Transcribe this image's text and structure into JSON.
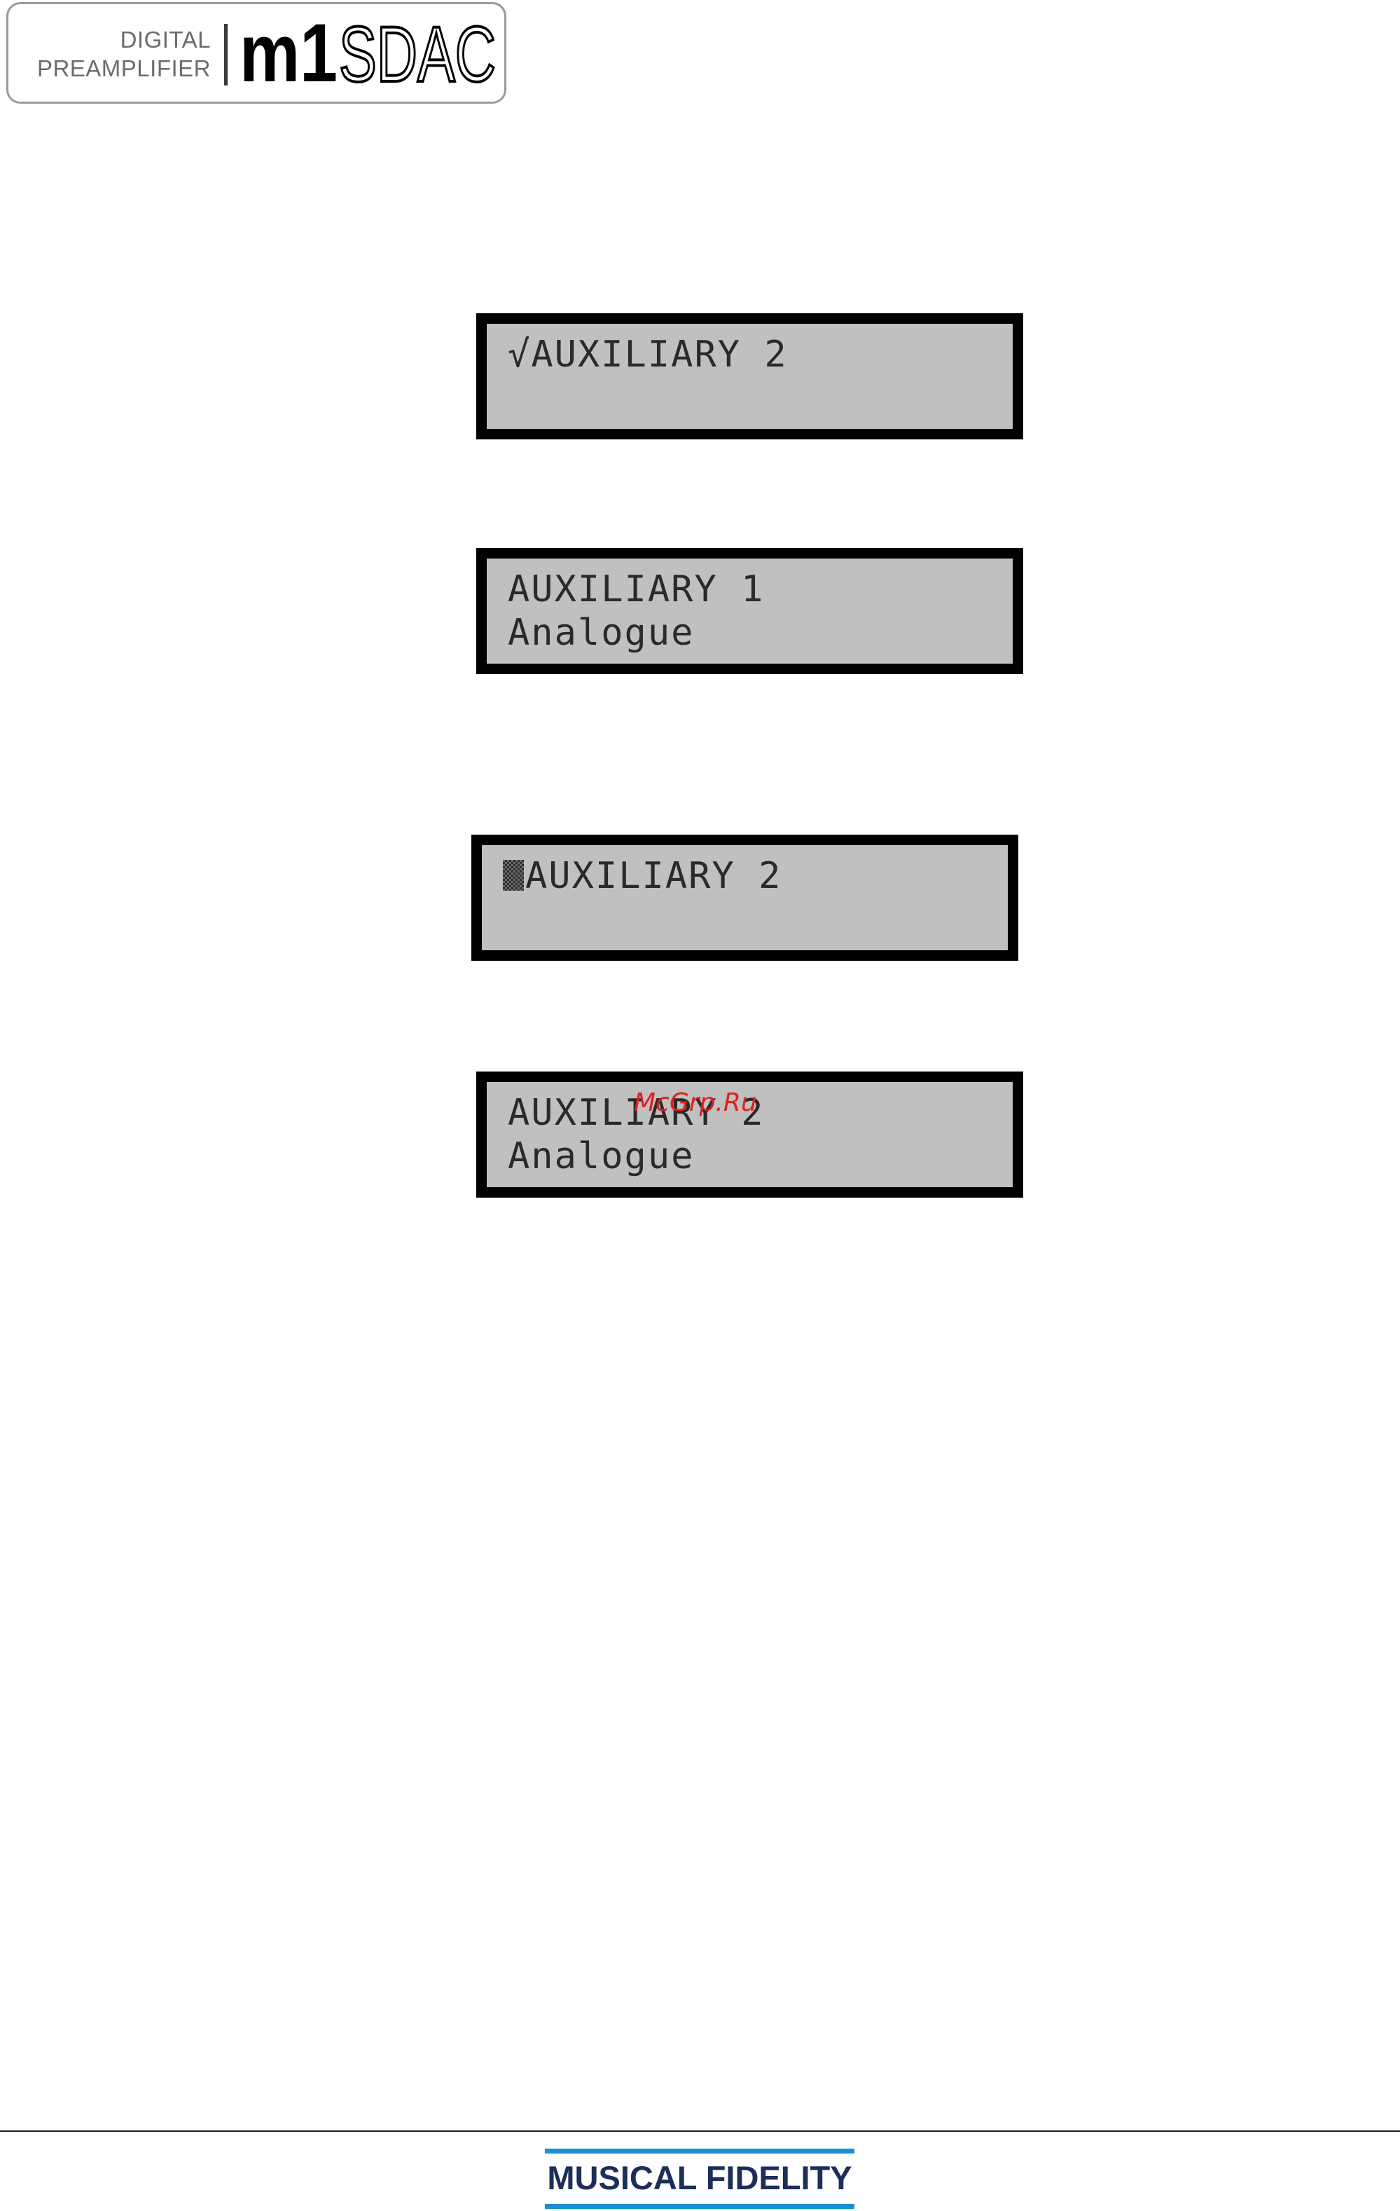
{
  "header": {
    "logo_line1": "DIGITAL",
    "logo_line2": "PREAMPLIFIER",
    "logo_brand": "m1SDAC"
  },
  "displays": [
    {
      "marker": "check",
      "marker_glyph": "√",
      "line1": "AUXILIARY 2",
      "line2": ""
    },
    {
      "marker": "none",
      "line1": "AUXILIARY 1",
      "line2": "Analogue"
    },
    {
      "marker": "block-cursor",
      "line1": "AUXILIARY 2",
      "line2": ""
    },
    {
      "marker": "none",
      "line1": "AUXILIARY 2",
      "line2": "Analogue"
    }
  ],
  "watermark": "McGrp.Ru",
  "footer": {
    "brand": "MUSICAL FIDELITY"
  },
  "colors": {
    "lcd_background": "#c0c0c0",
    "lcd_border": "#000000",
    "lcd_text": "#2a2a2a",
    "watermark": "#e02020",
    "footer_bar": "#1a8fd6",
    "footer_text": "#1c2e5a"
  }
}
